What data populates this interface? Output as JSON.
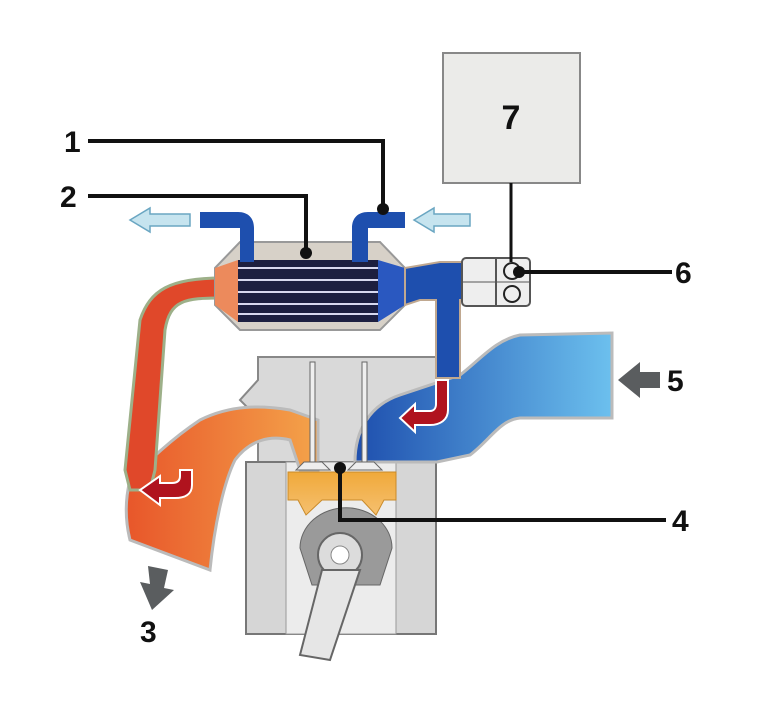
{
  "diagram": {
    "labels": {
      "l1": "1",
      "l2": "2",
      "l3": "3",
      "l4": "4",
      "l5": "5",
      "l6": "6",
      "l7": "7"
    },
    "colors": {
      "exhaust": "#e8562a",
      "exhaust_light": "#f0a050",
      "intake": "#1e4fae",
      "intake_light": "#5aaee6",
      "coolant": "#1e4fae",
      "engine_block": "#d9d9d9",
      "control_box": "#ebebe9",
      "flow_arrow_red": "#b0131e",
      "direction_arrow_grey": "#5a5d5f",
      "coolant_arrow": "#b8dcec"
    }
  }
}
